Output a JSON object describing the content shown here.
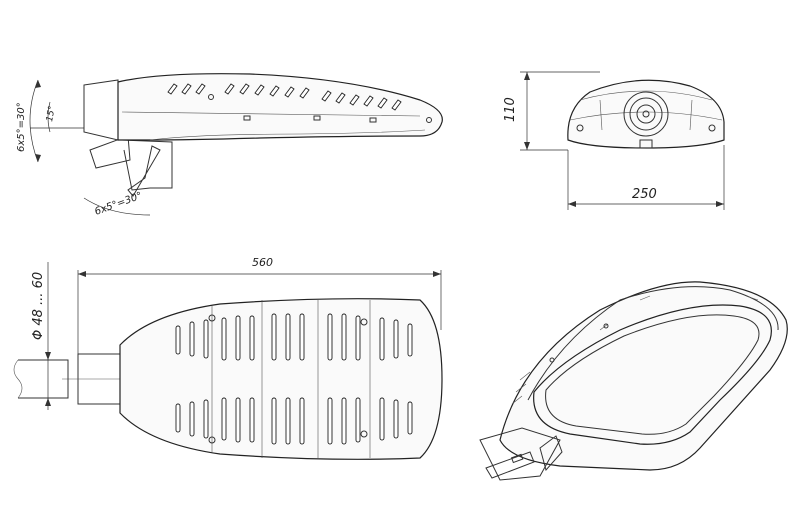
{
  "side_view": {
    "tilt_label_upper": "6x5°=30°",
    "tilt_label_lower": "6x5°=30°",
    "angle_label": "15°"
  },
  "front_view": {
    "height_label": "110",
    "width_label": "250"
  },
  "top_view": {
    "length_label": "560",
    "mount_diameter_label": "Φ 48 ... 60"
  }
}
